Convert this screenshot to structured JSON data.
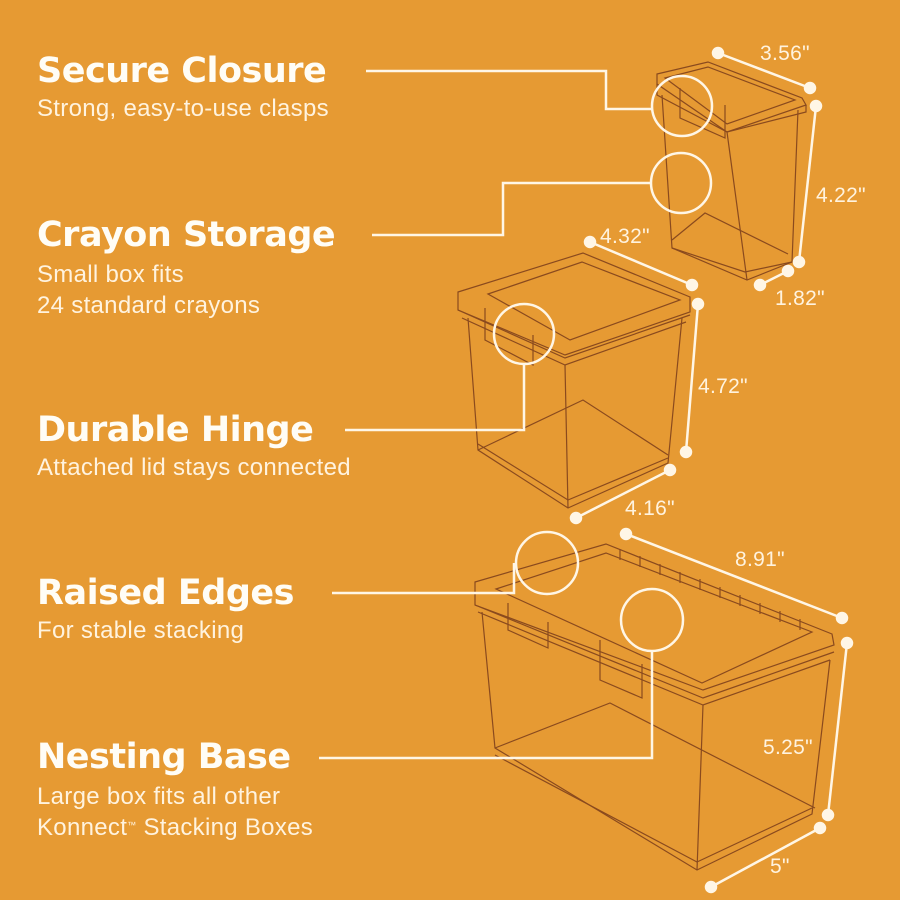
{
  "colors": {
    "background": "#E69A33",
    "text": "#FFF8EC",
    "callout_line": "#FFF6E6",
    "box_outline": "#8A4A1E"
  },
  "features": [
    {
      "title": "Secure Closure",
      "description_lines": [
        "Strong, easy-to-use clasps"
      ]
    },
    {
      "title": "Crayon Storage",
      "description_lines": [
        "Small box fits",
        "24 standard crayons"
      ]
    },
    {
      "title": "Durable Hinge",
      "description_lines": [
        "Attached lid stays connected"
      ]
    },
    {
      "title": "Raised Edges",
      "description_lines": [
        "For stable stacking"
      ]
    },
    {
      "title": "Nesting Base",
      "description_lines": [
        "Large box fits all other",
        "Konnect",
        "Stacking Boxes"
      ],
      "trademark": "™"
    }
  ],
  "boxes": {
    "small": {
      "width": "3.56\"",
      "height": "4.22\"",
      "depth": "1.82\""
    },
    "medium": {
      "width": "4.32\"",
      "height": "4.72\"",
      "depth": "4.16\""
    },
    "large": {
      "width": "8.91\"",
      "height": "5.25\"",
      "depth": "5\""
    }
  }
}
